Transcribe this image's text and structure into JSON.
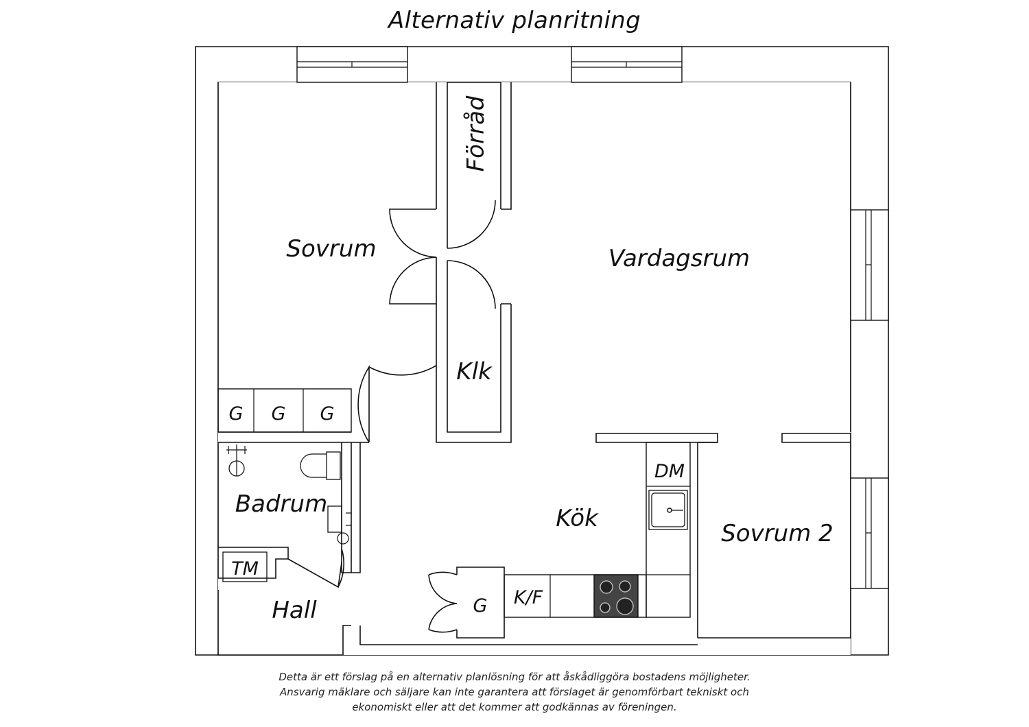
{
  "title": "Alternativ planritning",
  "rooms": {
    "sovrum": "Sovrum",
    "forrad": "Förråd",
    "vardagsrum": "Vardagsrum",
    "klk": "Klk",
    "garderob": "G",
    "badrum": "Badrum",
    "tm": "TM",
    "hall": "Hall",
    "kok": "Kök",
    "dm": "DM",
    "kf": "K/F",
    "sovrum2": "Sovrum 2"
  },
  "disclaimer": [
    "Detta är ett förslag på en alternativ planlösning för att åskådliggöra bostadens möjligheter.",
    "Ansvarig mäklare och säljare kan inte garantera att förslaget är genomförbart tekniskt och",
    "ekonomiskt eller att det kommer att godkännas av föreningen."
  ]
}
